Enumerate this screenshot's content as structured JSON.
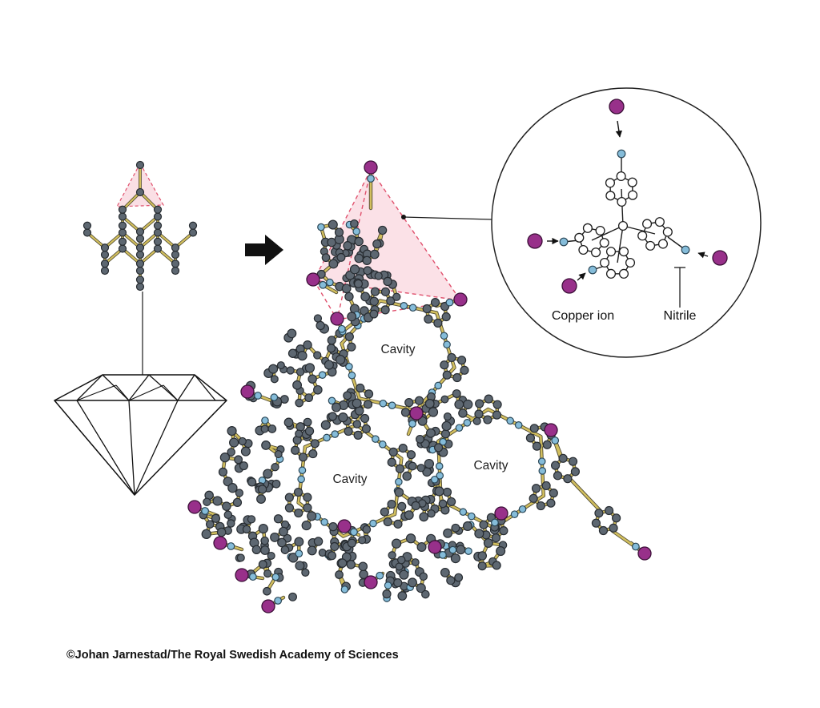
{
  "labels": {
    "cavity": "Cavity",
    "copper_ion": "Copper ion",
    "nitrile": "Nitrile"
  },
  "credit": "©Johan Jarnestad/The Royal Swedish Academy of Sciences",
  "colors": {
    "background": "#ffffff",
    "copper": "#98308a",
    "nitrogen": "#85bcd9",
    "carbon": "#5d6771",
    "bond": "#d2bf5e",
    "bond_outline": "#4f4a33",
    "outline": "#1c1c1c",
    "highlight_fill": "#f7c9d4",
    "highlight_stroke": "#e0516d"
  }
}
